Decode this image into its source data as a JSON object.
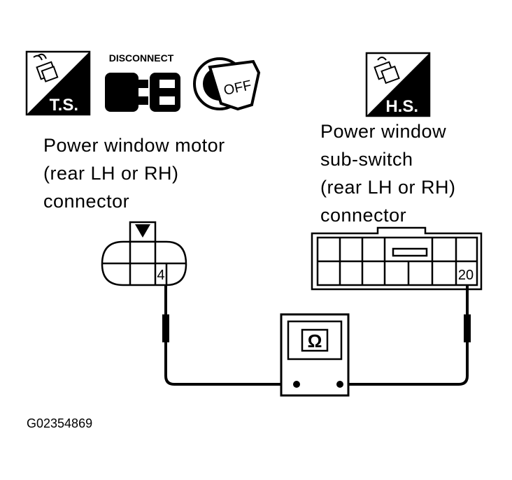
{
  "icons": {
    "left_badge": {
      "text": "T.S.",
      "name": "harness-connector-test-icon"
    },
    "disconnect": {
      "text": "DISCONNECT",
      "name": "disconnect-connector-icon"
    },
    "ignition": {
      "text": "OFF",
      "name": "ignition-key-off-icon"
    },
    "right_badge": {
      "text": "H.S.",
      "name": "harness-side-connector-icon"
    }
  },
  "left_connector": {
    "label_lines": [
      "Power window motor",
      "(rear LH or RH)",
      "connector"
    ],
    "terminal": "4"
  },
  "right_connector": {
    "label_lines": [
      "Power window",
      "sub-switch",
      "(rear LH or RH)",
      "connector"
    ],
    "terminal": "20"
  },
  "meter": {
    "symbol": "Ω",
    "name": "ohmmeter-icon"
  },
  "figure_code": "G02354869"
}
